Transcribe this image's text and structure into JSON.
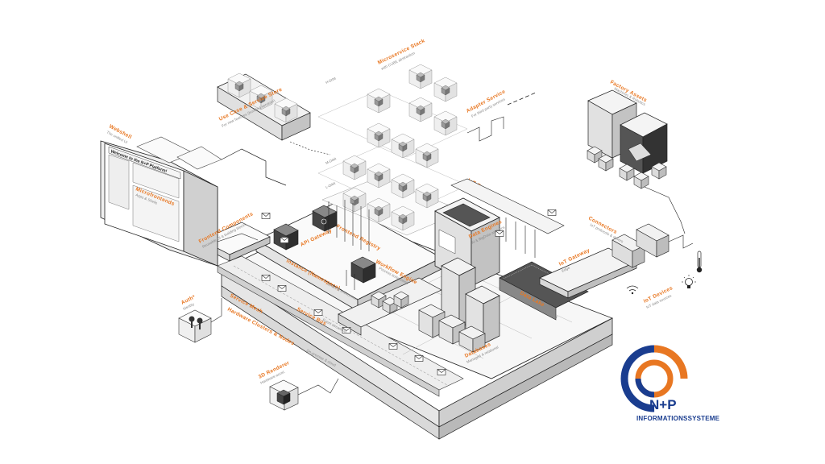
{
  "labels": {
    "webshell": {
      "title": "Webshell",
      "sub": "The unified UI"
    },
    "welcome": "Welcome to the N+P Platform!",
    "microfrontends": {
      "title": "Microfrontends",
      "sub": "Apps & Shells"
    },
    "frontend_components": {
      "title": "Frontend Components",
      "sub": "Reusable UI & building blocks"
    },
    "use_case_store": {
      "title": "Use Case & Service Store",
      "sub": "For new features (bundled services)"
    },
    "microservice_stack": {
      "title": "Microservice Stack",
      "sub": "with CUBE abstraction"
    },
    "adapter_service": {
      "title": "Adapter Service",
      "sub": "For third party services"
    },
    "iot_bus": {
      "title": "IoT Bus",
      "sub": "Realtime edge message delivery"
    },
    "factory_assets": {
      "title": "Factory Assets",
      "sub": "Machines & Robotics"
    },
    "api_gateway": {
      "title": "API Gateway"
    },
    "frontend_registry": {
      "title": "Frontend Registry"
    },
    "data_engines": {
      "title": "Data Engines",
      "sub": "AI & BigData analytics"
    },
    "instance": {
      "title": "Instance (Namespace)",
      "sub": "Tenant & environment"
    },
    "workflow_engine": {
      "title": "Workflow Engine",
      "sub": "Process automation"
    },
    "connectors": {
      "title": "Connectors",
      "sub": "IoT protocols & drivers"
    },
    "iot_gateway": {
      "title": "IoT Gateway",
      "sub": "Edge"
    },
    "data_lake": {
      "title": "Data Lake",
      "sub": "Analytics & historic data"
    },
    "iot_devices": {
      "title": "IoT Devices",
      "sub": "IoT data sources"
    },
    "auth": {
      "title": "Auth*",
      "sub": "Identity"
    },
    "service_mesh": {
      "title": "Service Mesh"
    },
    "service_bus": {
      "title": "Service Bus",
      "sub": "Event streaming"
    },
    "hardware_clusters": {
      "title": "Hardware Clusters & Nodes",
      "sub": "On-premise & cloud"
    },
    "databases": {
      "title": "Databases",
      "sub": "Managed & relational"
    },
    "renderer_3d": {
      "title": "3D Renderer",
      "sub": "Hardware-accel."
    },
    "h_orbit": "H-Orbit",
    "m_orbit": "M-Orbit",
    "l_orbit": "L-Orbit"
  },
  "logo": {
    "letters": "N+P",
    "text": "INFORMATIONSSYSTEME",
    "colors": {
      "orange": "#e87722",
      "blue": "#1a3d8f"
    }
  },
  "colors": {
    "accent": "#e87722",
    "line": "#222222",
    "fill_light": "#f2f2f2",
    "fill_mid": "#d4d4d4",
    "fill_dark": "#555555"
  },
  "icons": [
    "mail-icon",
    "key-icon",
    "cube-icon",
    "thermometer-icon",
    "lightbulb-icon",
    "wifi-icon"
  ]
}
